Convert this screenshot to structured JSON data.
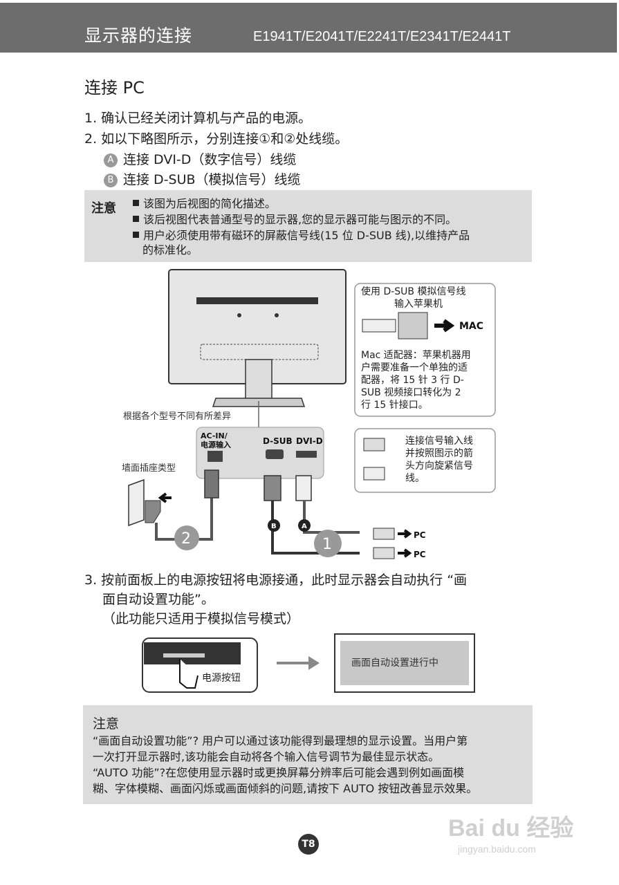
{
  "header": {
    "title": "显示器的连接",
    "models": "E1941T/E2041T/E2241T/E2341T/E2441T"
  },
  "section_title": "连接 PC",
  "steps": {
    "s1": "1. 确认已经关闭计算机与产品的电源。",
    "s2": "2. 如以下略图所示，分别连接①和②处线缆。",
    "a_badge": "A",
    "a_text": "连接 DVI-D（数字信号）线缆",
    "b_badge": "B",
    "b_text": "连接 D-SUB（模拟信号）线缆",
    "s3_line1": "3. 按前面板上的电源按钮将电源接通，此时显示器会自动执行 “画",
    "s3_line2": "面自动设置功能”。",
    "s3_line3": "（此功能只适用于模拟信号模式）"
  },
  "note1": {
    "label": "注意",
    "items": [
      "该图为后视图的简化描述。",
      "该后视图代表普通型号的显示器,您的显示器可能与图示的不同。",
      "用户必须使用带有磁环的屏蔽信号线(15 位 D-SUB 线),以维持产品",
      "的标准化。"
    ]
  },
  "diagram": {
    "mac_box_title1": "使用 D-SUB 模拟信号线",
    "mac_box_title2": "输入苹果机",
    "mac_label": "MAC",
    "mac_desc": [
      "Mac 适配器：苹果机器用",
      "户需要准备一个单独的适",
      "配器，将 15 针 3 行 D-",
      "SUB 视频接口转化为 2",
      "行 15 针接口。"
    ],
    "varies_label": "根据各个型号不同有所差异",
    "wall_label": "墙面插座类型",
    "acin_label1": "AC-IN/",
    "acin_label2": "电源输入",
    "dsub_label": "D-SUB",
    "dvid_label": "DVI-D",
    "connect_desc": [
      "连接信号输入线",
      "并按照图示的箭",
      "头方向旋紧信号",
      "线。"
    ],
    "num1": "1",
    "num2": "2",
    "badge_a": "A",
    "badge_b": "B",
    "pc1": "PC",
    "pc2": "PC"
  },
  "power": {
    "button_label": "电源按钮",
    "screen_text": "画面自动设置进行中"
  },
  "note2": {
    "label": "注意",
    "lines": [
      "“画面自动设置功能”? 用户可以通过该功能得到最理想的显示设置。当用户第",
      "一次打开显示器时,该功能会自动将各个输入信号调节为最佳显示状态。",
      "“AUTO 功能”?在您使用显示器时或更换屏幕分辨率后可能会遇到例如画面模",
      "糊、字体模糊、画面闪烁或画面倾斜的问题,请按下 AUTO 按钮改善显示效果。"
    ]
  },
  "page_number": "T8",
  "watermark": {
    "brand": "Bai du 经验",
    "url": "jingyan.baidu.com"
  }
}
